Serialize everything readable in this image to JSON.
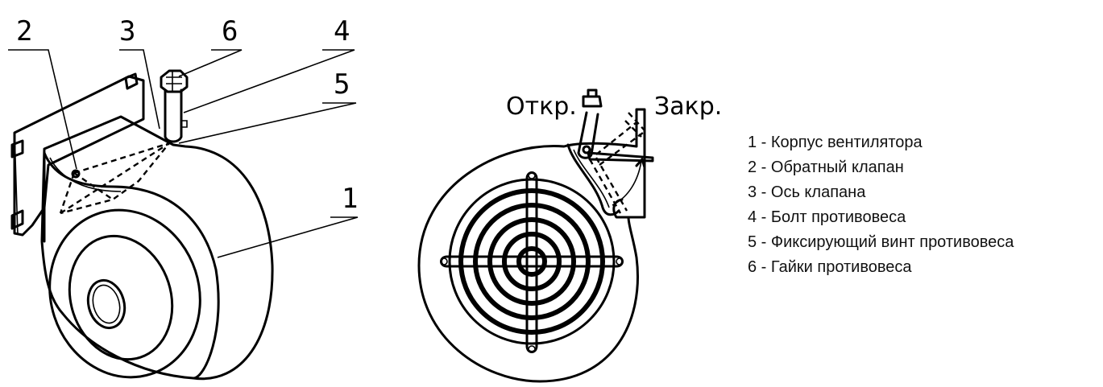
{
  "callouts": {
    "c1": "1",
    "c2": "2",
    "c3": "3",
    "c4": "4",
    "c5": "5",
    "c6": "6"
  },
  "states": {
    "open": "Откр.",
    "closed": "Закр."
  },
  "legend": [
    "1 - Корпус вентилятора",
    "2 - Обратный клапан",
    "3 - Ось клапана",
    "4 - Болт противовеса",
    "5 - Фиксирующий винт противовеса",
    "6 - Гайки противовеса"
  ]
}
